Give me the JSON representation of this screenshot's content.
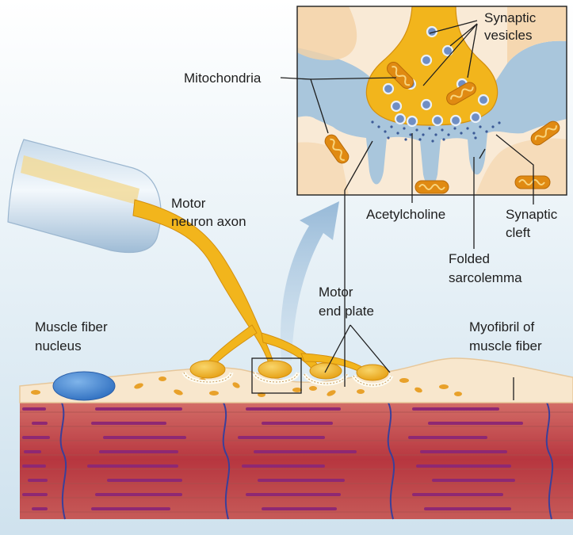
{
  "labels": {
    "synaptic_vesicles_1": "Synaptic",
    "synaptic_vesicles_2": "vesicles",
    "mitochondria": "Mitochondria",
    "acetylcholine": "Acetylcholine",
    "synaptic_cleft_1": "Synaptic",
    "synaptic_cleft_2": "cleft",
    "folded_sarcolemma_1": "Folded",
    "folded_sarcolemma_2": "sarcolemma",
    "motor_neuron_axon_1": "Motor",
    "motor_neuron_axon_2": "neuron axon",
    "motor_end_plate_1": "Motor",
    "motor_end_plate_2": "end plate",
    "muscle_fiber_nucleus_1": "Muscle fiber",
    "muscle_fiber_nucleus_2": "nucleus",
    "myofibril_1": "Myofibril of",
    "myofibril_2": "muscle fiber"
  },
  "colors": {
    "background": "#dbe9f1",
    "neuron": "#f2b51c",
    "neuron_dark": "#d38f0e",
    "sarcoplasm": "#f8e7cd",
    "sarcolemma_edge": "#e7c79a",
    "muscle": "#b0333d",
    "muscle_light": "#cf6a66",
    "band": "#8e2873",
    "z_line": "#3a3f9a",
    "cleft": "#a9c6dc",
    "vesicle": "#6f8ec4",
    "mito": "#e08a12",
    "arrow": "#a6c4de"
  }
}
